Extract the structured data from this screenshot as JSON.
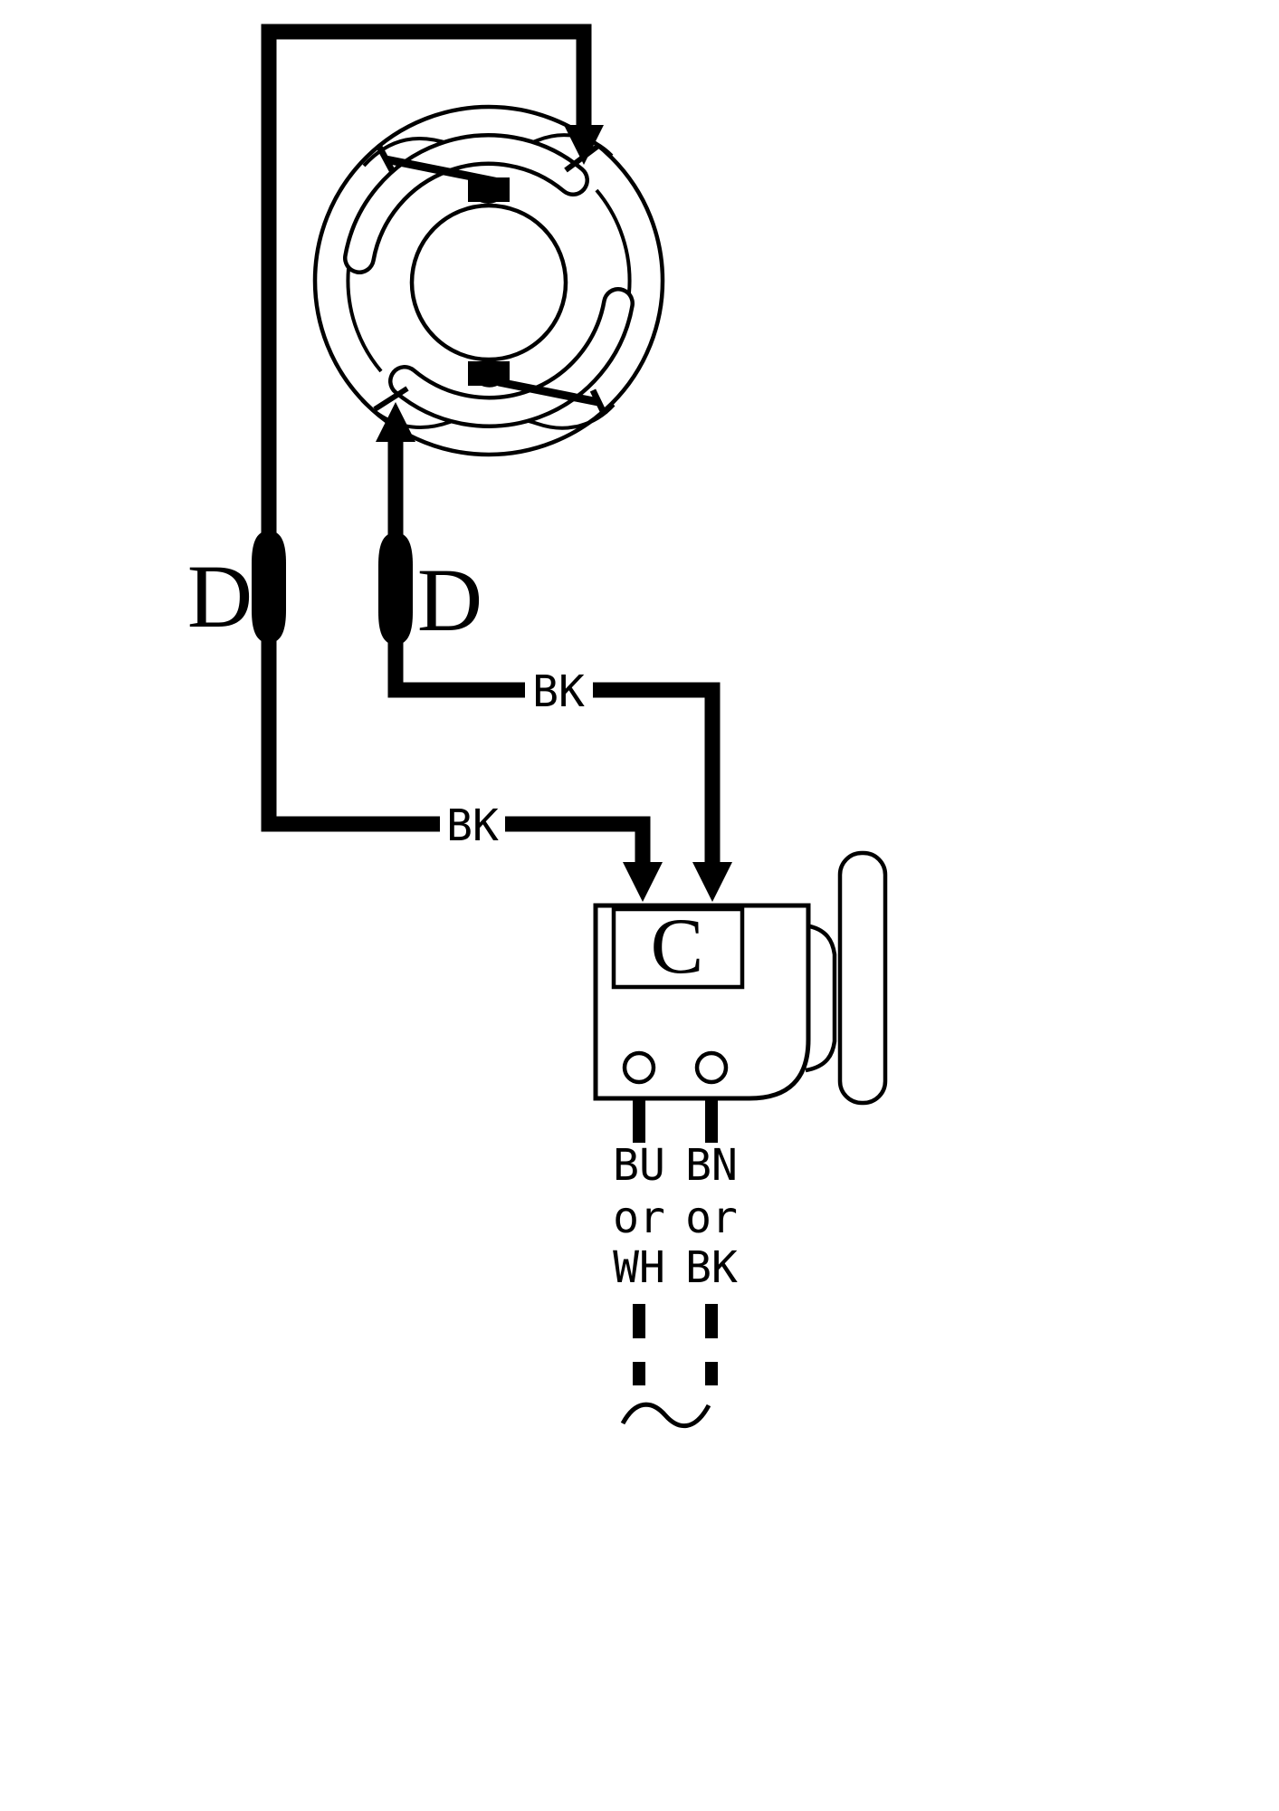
{
  "diagram": {
    "labels": {
      "connector_left": "D",
      "connector_right": "D",
      "wire_upper": "BK",
      "wire_lower": "BK",
      "module": "C"
    },
    "leads": {
      "left": [
        "BU",
        "or",
        "WH"
      ],
      "right": [
        "BN",
        "or",
        "BK"
      ]
    },
    "colors": {
      "line": "#000000",
      "background": "#ffffff"
    }
  }
}
